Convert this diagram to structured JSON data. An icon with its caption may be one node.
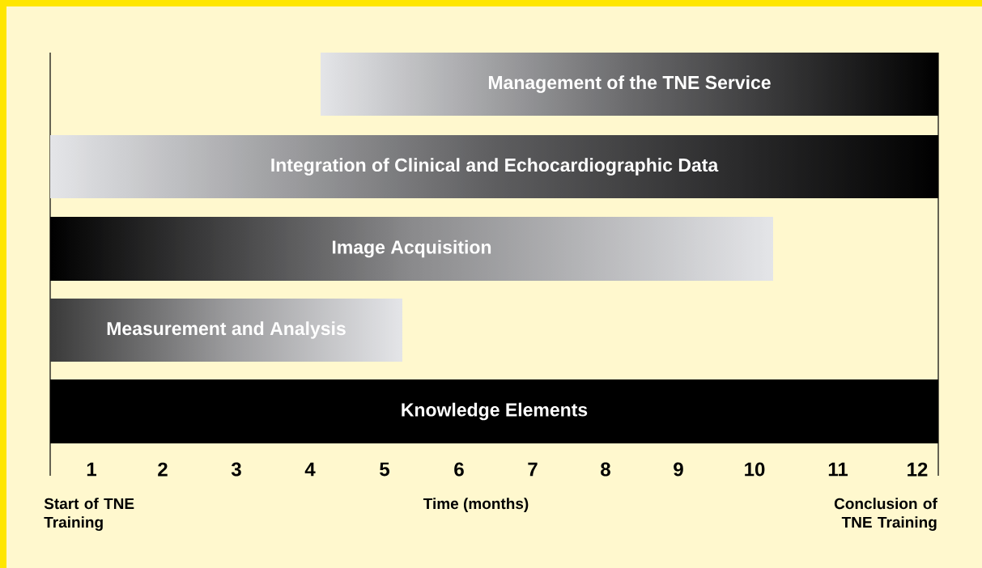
{
  "diagram": {
    "nodes": [
      {
        "text": [
          "Management of the TNE Service"
        ]
      },
      {
        "text": [
          "Integration of Clinical and Echocardiographic Data"
        ]
      },
      {
        "text": [
          "Image Acquisition"
        ]
      },
      {
        "text": [
          "Measurement and Analysis"
        ]
      },
      {
        "text": [
          "Knowledge Elements"
        ]
      }
    ],
    "labels": [
      "1",
      "2",
      "3",
      "4",
      "5",
      "6",
      "7",
      "8",
      "9",
      "10",
      "11",
      "12",
      "Start of TNE Training",
      "Time (months)",
      "Conclusion of TNE Training"
    ]
  }
}
